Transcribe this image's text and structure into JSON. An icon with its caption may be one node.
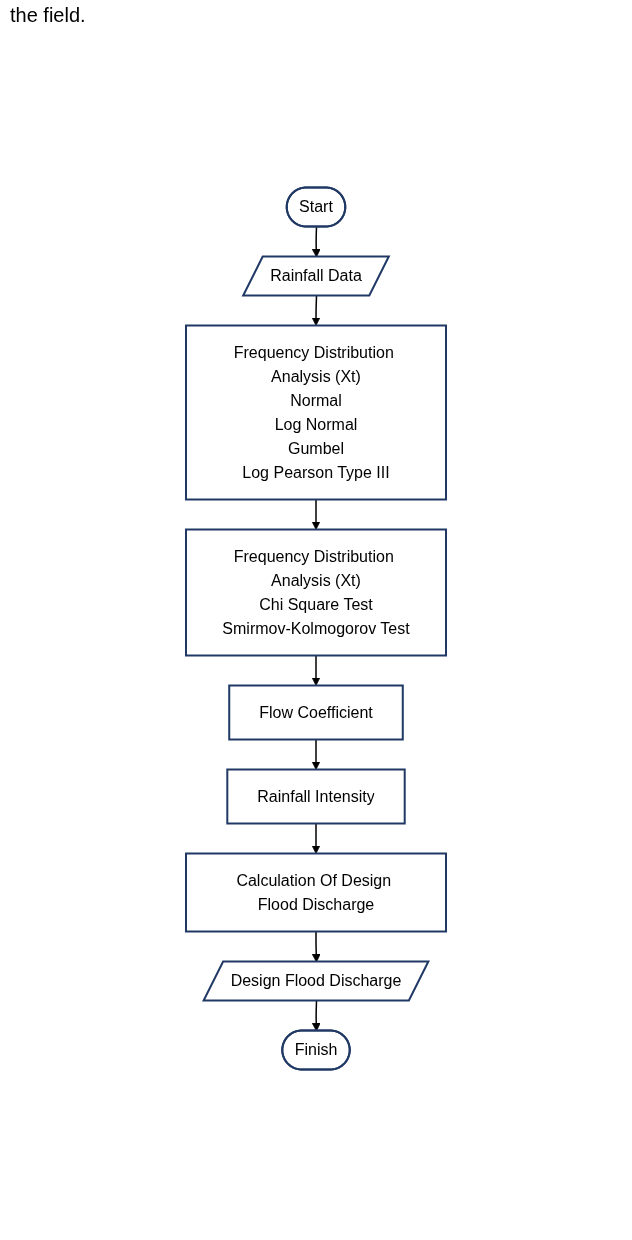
{
  "diagram": {
    "nodes": [
      {
        "text": [
          "Start"
        ]
      },
      {
        "text": [
          "Rainfall Data"
        ]
      },
      {
        "text": [
          "Frequency Distribution Analysis (Xt)",
          "Normal",
          "Log Normal",
          "Gumbel",
          "Log Pearson Type III"
        ]
      },
      {
        "text": [
          "Frequency Distribution Analysis (Xt)",
          "Chi Square Test",
          "Smirmov-Kolmogorov Test"
        ]
      },
      {
        "text": [
          "Flow Coefficient"
        ]
      },
      {
        "text": [
          "Rainfall Intensity"
        ]
      },
      {
        "text": [
          "Calculation Of Design Flood Discharge"
        ]
      },
      {
        "text": [
          "Design Flood Discharge"
        ]
      },
      {
        "text": [
          "Finish"
        ]
      }
    ],
    "edges": [
      {
        "from": 0,
        "to": 1,
        "arrow": "to"
      },
      {
        "from": 1,
        "to": 2,
        "arrow": "to"
      },
      {
        "from": 2,
        "to": 3,
        "arrow": "to"
      },
      {
        "from": 3,
        "to": 4,
        "arrow": "to"
      },
      {
        "from": 4,
        "to": 5,
        "arrow": "to"
      },
      {
        "from": 5,
        "to": 6,
        "arrow": "to"
      },
      {
        "from": 6,
        "to": 7,
        "arrow": "to"
      },
      {
        "from": 7,
        "to": 8,
        "arrow": "to"
      }
    ],
    "labels": [
      "the field."
    ]
  }
}
